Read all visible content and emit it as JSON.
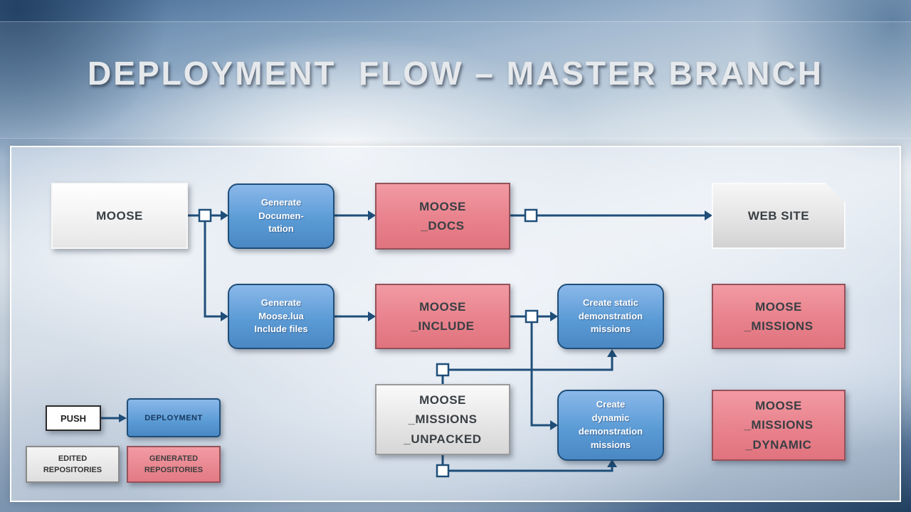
{
  "title": "DEPLOYMENT  FLOW – MASTER BRANCH",
  "nodes": {
    "moose": "MOOSE",
    "generate_documentation": "Generate\nDocumen-\ntation",
    "moose_docs": "MOOSE\n_DOCS",
    "web_site": "WEB SITE",
    "generate_include": "Generate\nMoose.lua\nInclude files",
    "moose_include": "MOOSE\n_INCLUDE",
    "create_static": "Create static\ndemonstration\nmissions",
    "moose_missions": "MOOSE\n_MISSIONS",
    "moose_missions_unpacked": "MOOSE\n_MISSIONS\n_UNPACKED",
    "create_dynamic": "Create\ndynamic\ndemonstration\nmissions",
    "moose_missions_dynamic": "MOOSE\n_MISSIONS\n_DYNAMIC"
  },
  "legend": {
    "push": "PUSH",
    "deployment": "DEPLOYMENT",
    "edited_repositories": "EDITED\nREPOSITORIES",
    "generated_repositories": "GENERATED\nREPOSITORIES"
  },
  "colors": {
    "process_fill": "#5b9bd5",
    "repo_fill": "#e8828c",
    "plain_fill": "#f2f2f2",
    "connector": "#1f4e79"
  }
}
